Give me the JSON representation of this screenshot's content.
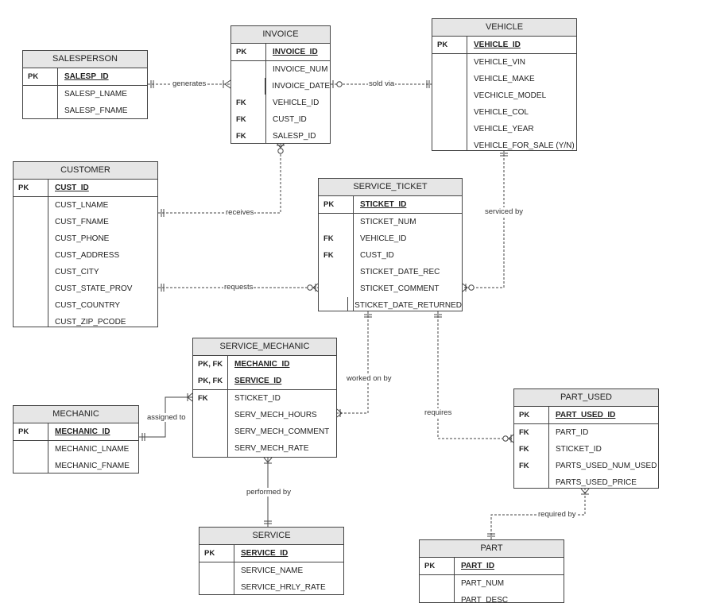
{
  "entities": {
    "salesperson": {
      "title": "SALESPERSON",
      "pk": [
        {
          "key": "PK",
          "field": "SALESP_ID"
        }
      ],
      "fields": [
        {
          "key": "",
          "field": "SALESP_LNAME"
        },
        {
          "key": "",
          "field": "SALESP_FNAME"
        }
      ]
    },
    "invoice": {
      "title": "INVOICE",
      "pk": [
        {
          "key": "PK",
          "field": "INVOICE_ID"
        }
      ],
      "fields": [
        {
          "key": "",
          "field": "INVOICE_NUM"
        },
        {
          "key": "",
          "field": "INVOICE_DATE"
        },
        {
          "key": "FK",
          "field": "VEHICLE_ID"
        },
        {
          "key": "FK",
          "field": "CUST_ID"
        },
        {
          "key": "FK",
          "field": "SALESP_ID"
        }
      ]
    },
    "vehicle": {
      "title": "VEHICLE",
      "pk": [
        {
          "key": "PK",
          "field": "VEHICLE_ID"
        }
      ],
      "fields": [
        {
          "key": "",
          "field": "VEHICLE_VIN"
        },
        {
          "key": "",
          "field": "VEHICLE_MAKE"
        },
        {
          "key": "",
          "field": "VECHICLE_MODEL"
        },
        {
          "key": "",
          "field": "VEHICLE_COL"
        },
        {
          "key": "",
          "field": "VEHICLE_YEAR"
        },
        {
          "key": "",
          "field": "VEHICLE_FOR_SALE (Y/N)"
        }
      ]
    },
    "customer": {
      "title": "CUSTOMER",
      "pk": [
        {
          "key": "PK",
          "field": "CUST_ID"
        }
      ],
      "fields": [
        {
          "key": "",
          "field": "CUST_LNAME"
        },
        {
          "key": "",
          "field": "CUST_FNAME"
        },
        {
          "key": "",
          "field": "CUST_PHONE"
        },
        {
          "key": "",
          "field": "CUST_ADDRESS"
        },
        {
          "key": "",
          "field": "CUST_CITY"
        },
        {
          "key": "",
          "field": "CUST_STATE_PROV"
        },
        {
          "key": "",
          "field": "CUST_COUNTRY"
        },
        {
          "key": "",
          "field": "CUST_ZIP_PCODE"
        }
      ]
    },
    "service_ticket": {
      "title": "SERVICE_TICKET",
      "pk": [
        {
          "key": "PK",
          "field": "STICKET_ID"
        }
      ],
      "fields": [
        {
          "key": "",
          "field": "STICKET_NUM"
        },
        {
          "key": "FK",
          "field": "VEHICLE_ID"
        },
        {
          "key": "FK",
          "field": "CUST_ID"
        },
        {
          "key": "",
          "field": "STICKET_DATE_REC"
        },
        {
          "key": "",
          "field": "STICKET_COMMENT"
        },
        {
          "key": "",
          "field": "STICKET_DATE_RETURNED"
        }
      ]
    },
    "service_mechanic": {
      "title": "SERVICE_MECHANIC",
      "pk": [
        {
          "key": "PK, FK",
          "field": "MECHANIC_ID"
        },
        {
          "key": "PK, FK",
          "field": "SERVICE_ID"
        }
      ],
      "fields": [
        {
          "key": "FK",
          "field": "STICKET_ID"
        },
        {
          "key": "",
          "field": "SERV_MECH_HOURS"
        },
        {
          "key": "",
          "field": "SERV_MECH_COMMENT"
        },
        {
          "key": "",
          "field": "SERV_MECH_RATE"
        }
      ]
    },
    "mechanic": {
      "title": "MECHANIC",
      "pk": [
        {
          "key": "PK",
          "field": "MECHANIC_ID"
        }
      ],
      "fields": [
        {
          "key": "",
          "field": "MECHANIC_LNAME"
        },
        {
          "key": "",
          "field": "MECHANIC_FNAME"
        }
      ]
    },
    "part_used": {
      "title": "PART_USED",
      "pk": [
        {
          "key": "PK",
          "field": "PART_USED_ID"
        }
      ],
      "fields": [
        {
          "key": "FK",
          "field": "PART_ID"
        },
        {
          "key": "FK",
          "field": "STICKET_ID"
        },
        {
          "key": "FK",
          "field": "PARTS_USED_NUM_USED"
        },
        {
          "key": "",
          "field": "PARTS_USED_PRICE"
        }
      ]
    },
    "service": {
      "title": "SERVICE",
      "pk": [
        {
          "key": "PK",
          "field": "SERVICE_ID"
        }
      ],
      "fields": [
        {
          "key": "",
          "field": "SERVICE_NAME"
        },
        {
          "key": "",
          "field": "SERVICE_HRLY_RATE"
        }
      ]
    },
    "part": {
      "title": "PART",
      "pk": [
        {
          "key": "PK",
          "field": "PART_ID"
        }
      ],
      "fields": [
        {
          "key": "",
          "field": "PART_NUM"
        },
        {
          "key": "",
          "field": "PART_DESC"
        }
      ]
    }
  },
  "relationships": {
    "generates": "generates",
    "sold_via": "sold via",
    "receives": "receives",
    "serviced_by": "serviced by",
    "requests": "requests",
    "worked_on_by": "worked on by",
    "assigned_to": "assigned to",
    "requires": "requires",
    "performed_by": "performed by",
    "required_by": "required by"
  }
}
